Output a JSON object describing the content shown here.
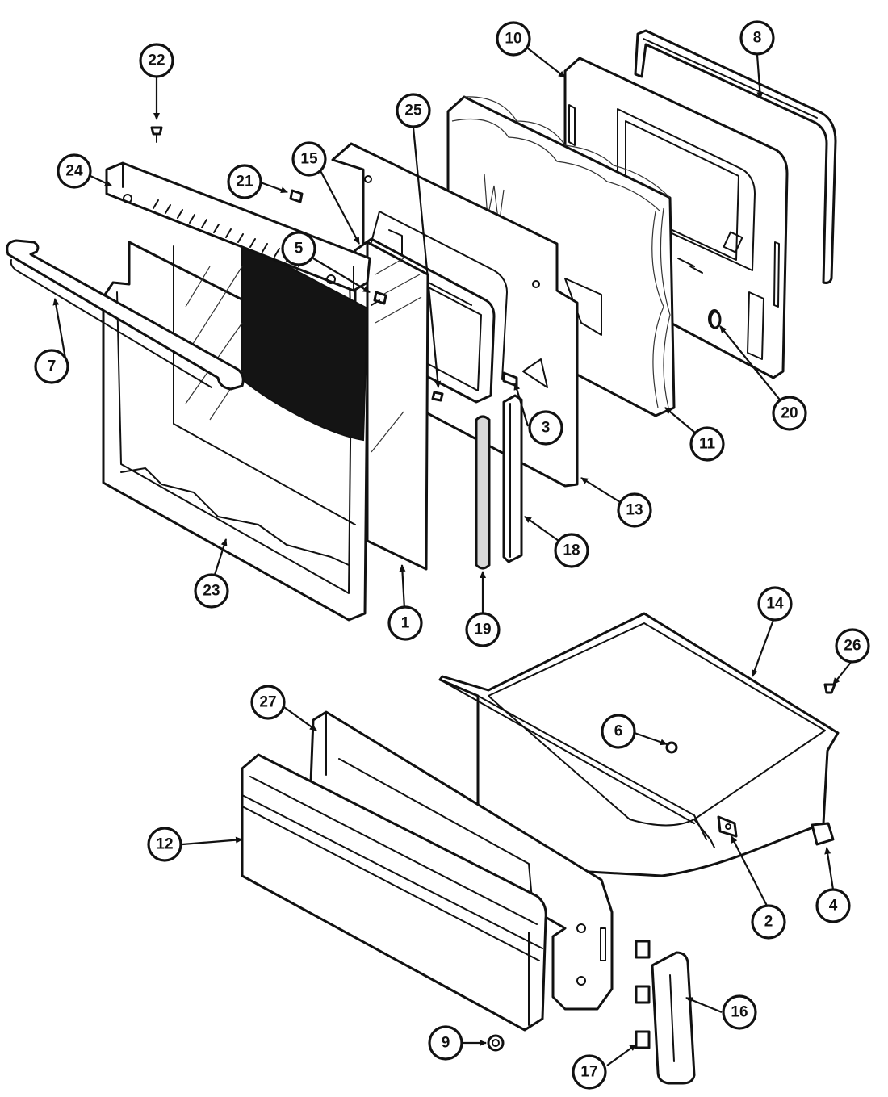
{
  "callouts": [
    {
      "label": "1"
    },
    {
      "label": "2"
    },
    {
      "label": "3"
    },
    {
      "label": "4"
    },
    {
      "label": "5"
    },
    {
      "label": "6"
    },
    {
      "label": "7"
    },
    {
      "label": "8"
    },
    {
      "label": "9"
    },
    {
      "label": "10"
    },
    {
      "label": "11"
    },
    {
      "label": "12"
    },
    {
      "label": "13"
    },
    {
      "label": "14"
    },
    {
      "label": "15"
    },
    {
      "label": "16"
    },
    {
      "label": "17"
    },
    {
      "label": "18"
    },
    {
      "label": "19"
    },
    {
      "label": "20"
    },
    {
      "label": "21"
    },
    {
      "label": "22"
    },
    {
      "label": "23"
    },
    {
      "label": "24"
    },
    {
      "label": "25"
    },
    {
      "label": "26"
    },
    {
      "label": "27"
    }
  ]
}
